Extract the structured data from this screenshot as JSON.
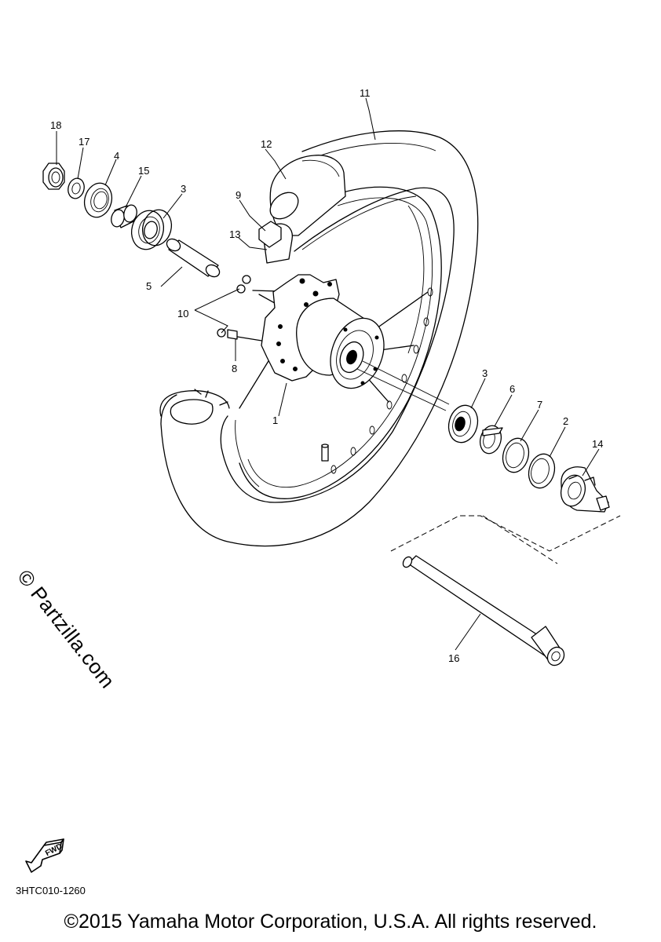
{
  "diagram": {
    "parts": [
      {
        "number": "1"
      },
      {
        "number": "2"
      },
      {
        "number": "3"
      },
      {
        "number": "3"
      },
      {
        "number": "4"
      },
      {
        "number": "5"
      },
      {
        "number": "6"
      },
      {
        "number": "7"
      },
      {
        "number": "8"
      },
      {
        "number": "9"
      },
      {
        "number": "10"
      },
      {
        "number": "11"
      },
      {
        "number": "12"
      },
      {
        "number": "13"
      },
      {
        "number": "14"
      },
      {
        "number": "15"
      },
      {
        "number": "16"
      },
      {
        "number": "17"
      },
      {
        "number": "18"
      }
    ],
    "fwd_label": "FWD",
    "diagram_code": "3HTC010-1260"
  },
  "watermark": "© Partzilla.com",
  "copyright": "©2015 Yamaha Motor Corporation, U.S.A. All rights reserved."
}
